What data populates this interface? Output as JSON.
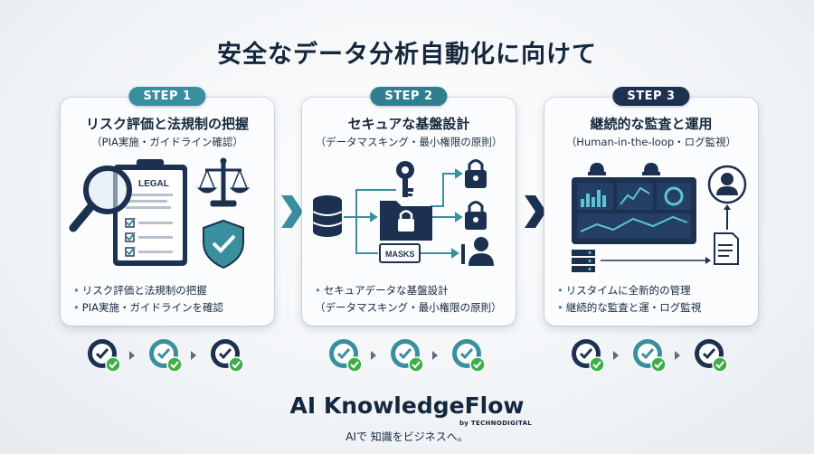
{
  "title": "安全なデータ分析自動化に向けて",
  "steps": [
    {
      "label": "STEP 1",
      "heading": "リスク評価と法規制の把握",
      "subheading": "（PIA実施・ガイドライン確認）",
      "doc_label": "LEGAL",
      "bullets": [
        "リスク評価と法規制の把握",
        "PIA実施・ガイドラインを確認"
      ],
      "color": "#3a8f9f"
    },
    {
      "label": "STEP 2",
      "heading": "セキュアな基盤設計",
      "subheading": "（データマスキング・最小権限の原則）",
      "doc_label": "MASKS",
      "bullets": [
        "セキュアデータな基盤設計",
        "（データマスキング・最小権限の原則）"
      ],
      "color": "#2f7f90"
    },
    {
      "label": "STEP 3",
      "heading": "継続的な監査と運用",
      "subheading": "（Human-in-the-loop・ログ監視）",
      "bullets": [
        "リスタイムに全新的の管理",
        "継続的な監査と運・ログ監視"
      ],
      "color": "#1c3150"
    }
  ],
  "brand": {
    "name": "AI KnowledgeFlow",
    "by": "by TECHNODIGITAL",
    "tagline": "AIで 知識をビジネスへ。"
  },
  "colors": {
    "navy": "#1c3150",
    "teal": "#3a8f9f",
    "check_green": "#3fae49"
  },
  "icons": [
    "magnifier-icon",
    "scales-icon",
    "shield-check-icon",
    "database-icon",
    "key-icon",
    "lock-icon",
    "user-icon",
    "dashboard-icon",
    "alarm-icon",
    "server-icon",
    "document-icon",
    "check-icon"
  ]
}
